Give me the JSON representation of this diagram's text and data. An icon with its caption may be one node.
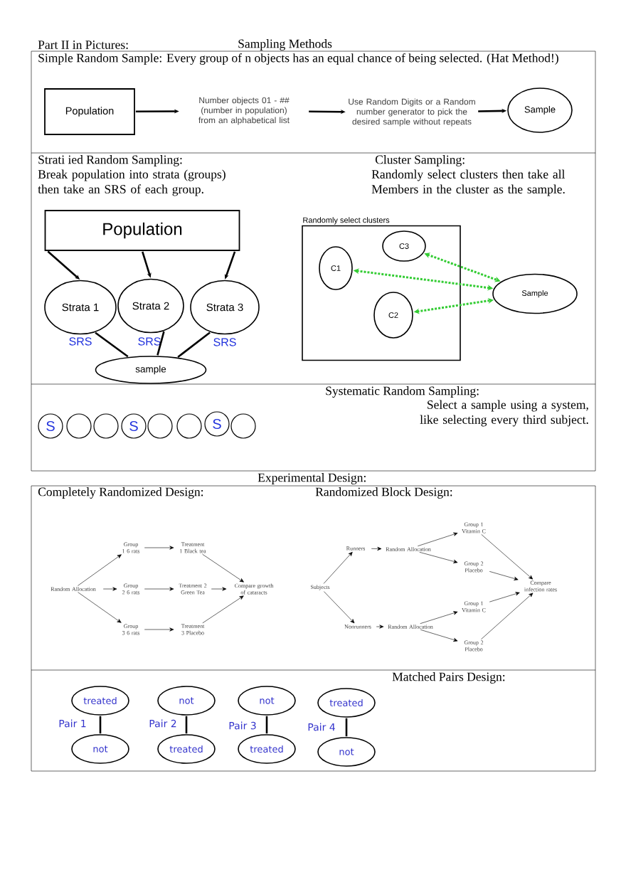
{
  "diagram": {
    "title": "Sampling Methods",
    "nodes": [
      {
        "text": [
          "Population"
        ]
      },
      {
        "text": [
          "Number objects 01 - ## (number in population) from an alphabetical list"
        ]
      },
      {
        "text": [
          "Use Random Digits or a Random number generator to pick the desired sample without repeats"
        ]
      },
      {
        "text": [
          "Sample"
        ]
      },
      {
        "text": [
          "Population"
        ]
      },
      {
        "text": [
          "Strata 1"
        ],
        "beside": [
          "SRS"
        ]
      },
      {
        "text": [
          "Strata 2"
        ],
        "beside": [
          "SRS"
        ]
      },
      {
        "text": [
          "Strata 3"
        ],
        "beside": [
          "SRS"
        ]
      },
      {
        "text": [
          "sample"
        ]
      },
      {
        "text": [
          "Randomly select clusters"
        ]
      },
      {
        "text": [
          "C3"
        ],
        "in": 9
      },
      {
        "text": [
          "C1"
        ],
        "in": 9
      },
      {
        "text": [
          "C2"
        ],
        "in": 9
      },
      {
        "text": [
          "Sample"
        ]
      },
      {
        "text": [
          "S"
        ]
      },
      {
        "text": [],
        "shape": "circle"
      },
      {
        "text": [],
        "shape": "circle"
      },
      {
        "text": [
          "S"
        ]
      },
      {
        "text": [],
        "shape": "circle"
      },
      {
        "text": [],
        "shape": "circle"
      },
      {
        "text": [
          "S"
        ]
      },
      {
        "text": [],
        "shape": "circle"
      },
      {
        "text": [
          "Random Allocation"
        ]
      },
      {
        "text": [
          "Group 1 6 rats"
        ]
      },
      {
        "text": [
          "Group 2 6 rats"
        ]
      },
      {
        "text": [
          "Group 3 6 rats"
        ]
      },
      {
        "text": [
          "Treatment 1 Black tea"
        ]
      },
      {
        "text": [
          "Treatment 2 Green Tea"
        ]
      },
      {
        "text": [
          "Treatment 3 Placebo"
        ]
      },
      {
        "text": [
          "Compare growth of cataracts"
        ]
      },
      {
        "text": [
          "Subjects"
        ]
      },
      {
        "text": [
          "Runners"
        ]
      },
      {
        "text": [
          "Nonrunners"
        ]
      },
      {
        "text": [
          "Random Allocation"
        ]
      },
      {
        "text": [
          "Random Allocation"
        ]
      },
      {
        "text": [
          "Group 1 Vitamin C"
        ]
      },
      {
        "text": [
          "Group 2 Placebo"
        ]
      },
      {
        "text": [
          "Group 1 Vitamin C"
        ]
      },
      {
        "text": [
          "Group 2 Placebo"
        ]
      },
      {
        "text": [
          "Compare infection rates"
        ]
      },
      {
        "text": [
          "treated"
        ]
      },
      {
        "text": [
          "not"
        ]
      },
      {
        "text": [
          "not"
        ]
      },
      {
        "text": [
          "treated"
        ]
      },
      {
        "text": [
          "not"
        ]
      },
      {
        "text": [
          "treated"
        ]
      },
      {
        "text": [
          "treated"
        ]
      },
      {
        "text": [
          "not"
        ]
      }
    ],
    "edges": [
      {
        "from": 0,
        "to": 1,
        "arrow": "to",
        "style": "thick"
      },
      {
        "from": 1,
        "to": 2,
        "arrow": "to",
        "style": "thick"
      },
      {
        "from": 2,
        "to": 3,
        "arrow": "to",
        "style": "thick"
      },
      {
        "from": 4,
        "to": 5,
        "arrow": "to",
        "style": "thick"
      },
      {
        "from": 4,
        "to": 6,
        "arrow": "to",
        "style": "thick"
      },
      {
        "from": 4,
        "to": 7,
        "arrow": "to",
        "style": "thick"
      },
      {
        "from": 5,
        "to": 8,
        "arrow": "none",
        "style": "thick"
      },
      {
        "from": 6,
        "to": 8,
        "arrow": "none",
        "style": "thick"
      },
      {
        "from": 7,
        "to": 8,
        "arrow": "none",
        "style": "thick"
      },
      {
        "from": 10,
        "to": 13,
        "arrow": "both",
        "style": "dashed",
        "color": "#33cc33"
      },
      {
        "from": 11,
        "to": 13,
        "arrow": "both",
        "style": "dashed",
        "color": "#33cc33"
      },
      {
        "from": 12,
        "to": 13,
        "arrow": "both",
        "style": "dashed",
        "color": "#33cc33"
      },
      {
        "from": 22,
        "to": 23,
        "arrow": "to"
      },
      {
        "from": 22,
        "to": 24,
        "arrow": "to"
      },
      {
        "from": 22,
        "to": 25,
        "arrow": "to"
      },
      {
        "from": 23,
        "to": 26,
        "arrow": "to"
      },
      {
        "from": 24,
        "to": 27,
        "arrow": "to"
      },
      {
        "from": 25,
        "to": 28,
        "arrow": "to"
      },
      {
        "from": 26,
        "to": 29,
        "arrow": "to"
      },
      {
        "from": 27,
        "to": 29,
        "arrow": "to"
      },
      {
        "from": 28,
        "to": 29,
        "arrow": "to"
      },
      {
        "from": 30,
        "to": 31,
        "arrow": "to"
      },
      {
        "from": 30,
        "to": 32,
        "arrow": "to"
      },
      {
        "from": 31,
        "to": 33,
        "arrow": "to"
      },
      {
        "from": 32,
        "to": 34,
        "arrow": "to"
      },
      {
        "from": 33,
        "to": 35,
        "arrow": "to"
      },
      {
        "from": 33,
        "to": 36,
        "arrow": "to"
      },
      {
        "from": 34,
        "to": 37,
        "arrow": "to"
      },
      {
        "from": 34,
        "to": 38,
        "arrow": "to"
      },
      {
        "from": 35,
        "to": 39,
        "arrow": "to"
      },
      {
        "from": 36,
        "to": 39,
        "arrow": "to"
      },
      {
        "from": 37,
        "to": 39,
        "arrow": "to"
      },
      {
        "from": 38,
        "to": 39,
        "arrow": "to"
      },
      {
        "from": 40,
        "to": 41,
        "arrow": "none",
        "style": "thick"
      },
      {
        "from": 42,
        "to": 43,
        "arrow": "none",
        "style": "thick"
      },
      {
        "from": 44,
        "to": 45,
        "arrow": "none",
        "style": "thick"
      },
      {
        "from": 46,
        "to": 47,
        "arrow": "none",
        "style": "thick"
      }
    ],
    "labels": [
      "Part II in Pictures:",
      "Simple Random Sample:  Every group of n objects has an equal chance of being selected. (Hat Method!)",
      "Strati ied Random Sampling:",
      "Break population into strata (groups) then take an SRS of each group.",
      "Cluster Sampling:",
      "Randomly select clusters then take all Members in the cluster as the sample.",
      "Systematic Random Sampling:",
      "Select a sample using a system, like selecting every third subject.",
      "Experimental Design:",
      "Completely Randomized Design:",
      "Randomized Block Design:",
      "Matched Pairs Design:",
      "Pair 1",
      "Pair 2",
      "Pair 3",
      "Pair 4"
    ]
  }
}
